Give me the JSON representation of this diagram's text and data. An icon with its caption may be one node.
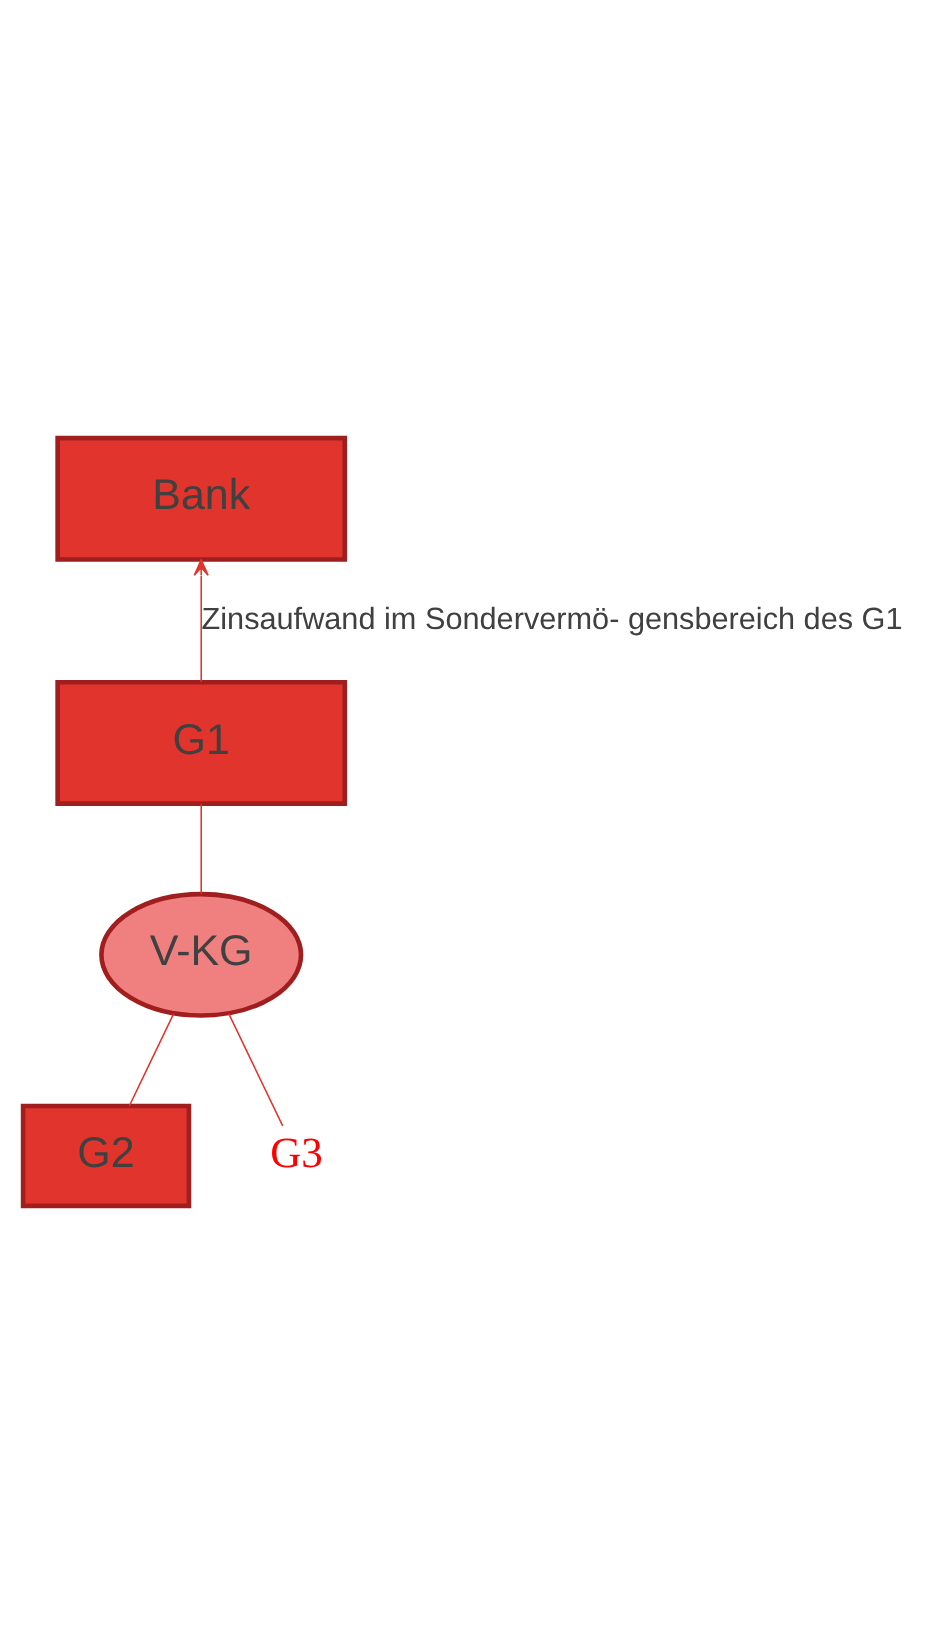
{
  "diagram": {
    "nodes": [
      {
        "text": [
          "Bank"
        ]
      },
      {
        "text": [
          "G1"
        ]
      },
      {
        "text": [
          "V-KG"
        ]
      },
      {
        "text": [
          "G2"
        ]
      },
      {
        "text": [
          "G3"
        ]
      }
    ],
    "edges": [
      {
        "from": 1,
        "to": 0,
        "arrow": "to",
        "label": "Zinsaufwand im Sondervermö- gensbereich des G1"
      },
      {
        "from": 1,
        "to": 2,
        "arrow": "none"
      },
      {
        "from": 2,
        "to": 3,
        "arrow": "none"
      },
      {
        "from": 2,
        "to": 4,
        "arrow": "none"
      }
    ]
  }
}
